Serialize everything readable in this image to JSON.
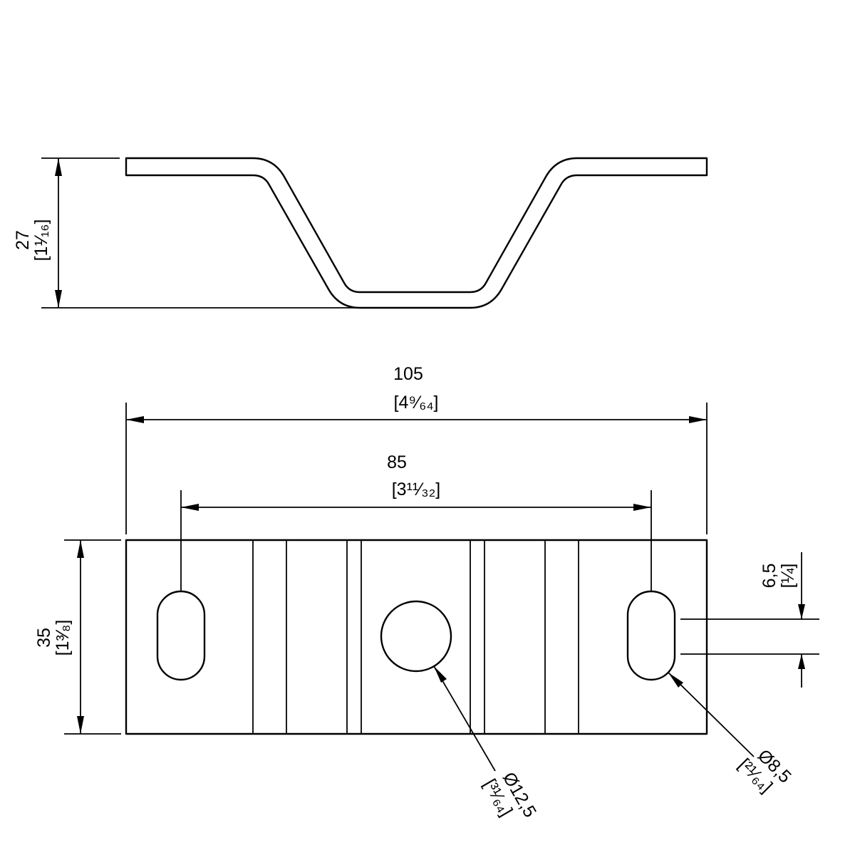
{
  "side_view": {
    "height_dim": {
      "value": "27",
      "imperial": "[1¹⁄₁₆]"
    }
  },
  "front_view": {
    "overall_length": {
      "value": "105",
      "imperial": "[4⁹⁄₆₄]"
    },
    "hole_spacing": {
      "value": "85",
      "imperial": "[3¹¹⁄₃₂]"
    },
    "width_dim": {
      "value": "35",
      "imperial": "[1³⁄₈]"
    },
    "slot_width": {
      "value": "6,5",
      "imperial": "[¼]"
    },
    "center_hole": {
      "value": "Ø12,5",
      "imperial": "[³¹⁄₆₄]"
    },
    "slot_hole": {
      "value": "Ø8,5",
      "imperial": "[²¹⁄₆₄]"
    }
  }
}
